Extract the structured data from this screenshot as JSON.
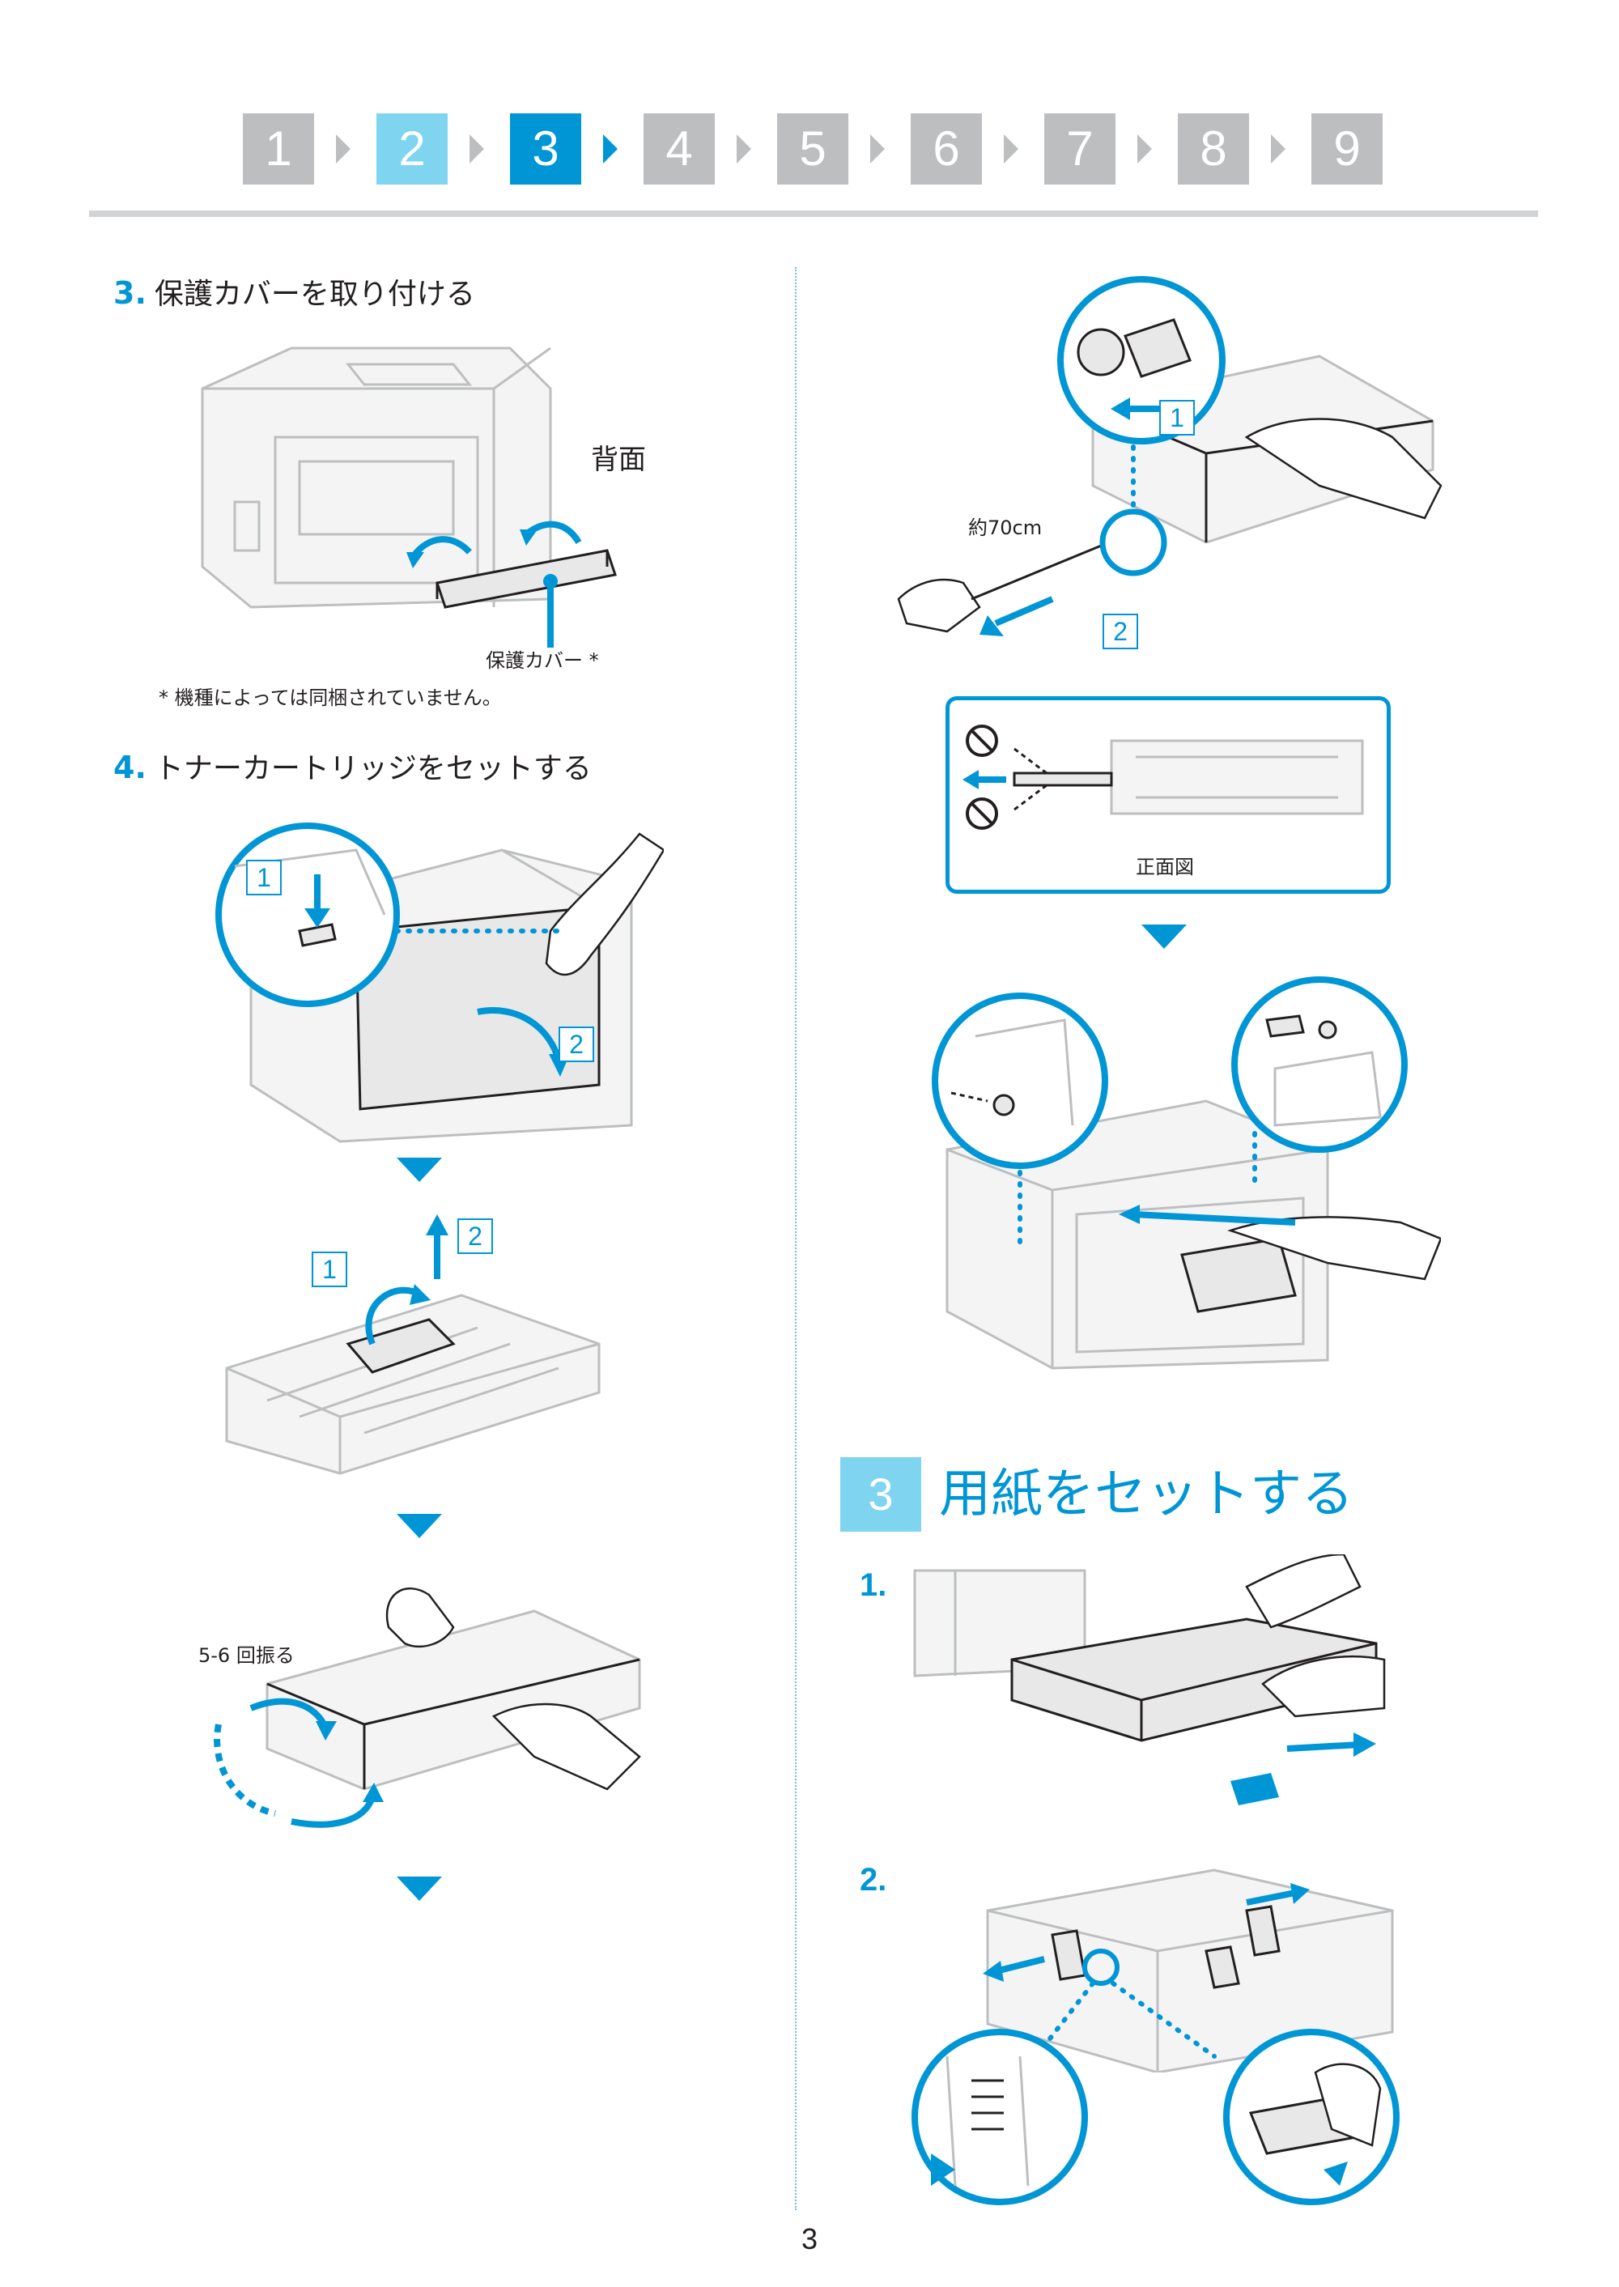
{
  "steps": [
    "1",
    "2",
    "3",
    "4",
    "5",
    "6",
    "7",
    "8",
    "9"
  ],
  "items": {
    "cover": {
      "num": "3.",
      "title": "保護カバーを取り付ける",
      "rear_label": "背面",
      "cover_label": "保護カバー *",
      "footnote": "* 機種によっては同梱されていません。"
    },
    "toner": {
      "num": "4.",
      "title": "トナーカートリッジをセットする",
      "shake_label": "5-6 回振る",
      "distance_label": "約70cm",
      "front_view_label": "正面図"
    }
  },
  "callouts": {
    "one": "1",
    "two": "2"
  },
  "section": {
    "num": "3",
    "title": "用紙をセットする"
  },
  "substeps": [
    "1.",
    "2."
  ],
  "page_number": "3",
  "colors": {
    "accent": "#0096d6",
    "light_accent": "#7fd4f0",
    "inactive_step": "#bcbec0"
  }
}
